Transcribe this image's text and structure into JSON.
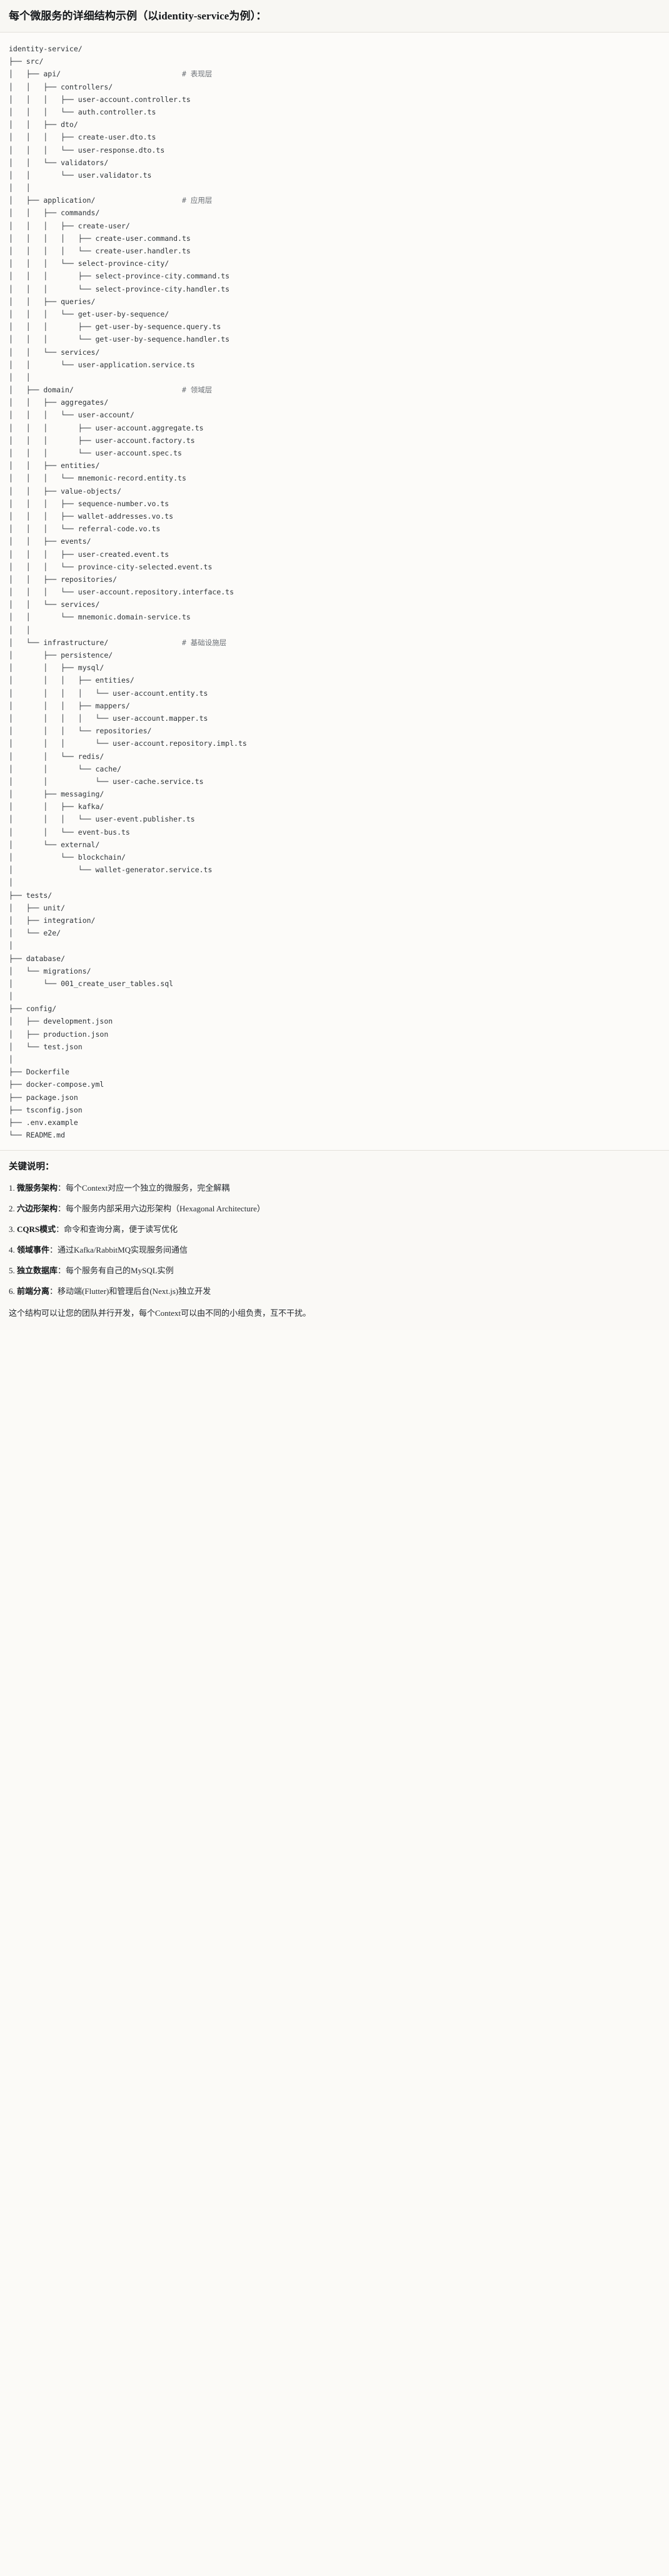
{
  "header": {
    "title": "每个微服务的详细结构示例（以identity-service为例）："
  },
  "tree": {
    "root": "identity-service/",
    "lines": [
      {
        "path": "identity-service/",
        "comment": ""
      },
      {
        "path": "├── src/",
        "comment": ""
      },
      {
        "path": "│   ├── api/",
        "comment": "# 表现层"
      },
      {
        "path": "│   │   ├── controllers/",
        "comment": ""
      },
      {
        "path": "│   │   │   ├── user-account.controller.ts",
        "comment": ""
      },
      {
        "path": "│   │   │   └── auth.controller.ts",
        "comment": ""
      },
      {
        "path": "│   │   ├── dto/",
        "comment": ""
      },
      {
        "path": "│   │   │   ├── create-user.dto.ts",
        "comment": ""
      },
      {
        "path": "│   │   │   └── user-response.dto.ts",
        "comment": ""
      },
      {
        "path": "│   │   └── validators/",
        "comment": ""
      },
      {
        "path": "│   │       └── user.validator.ts",
        "comment": ""
      },
      {
        "path": "│   │",
        "comment": ""
      },
      {
        "path": "│   ├── application/",
        "comment": "# 应用层"
      },
      {
        "path": "│   │   ├── commands/",
        "comment": ""
      },
      {
        "path": "│   │   │   ├── create-user/",
        "comment": ""
      },
      {
        "path": "│   │   │   │   ├── create-user.command.ts",
        "comment": ""
      },
      {
        "path": "│   │   │   │   └── create-user.handler.ts",
        "comment": ""
      },
      {
        "path": "│   │   │   └── select-province-city/",
        "comment": ""
      },
      {
        "path": "│   │   │       ├── select-province-city.command.ts",
        "comment": ""
      },
      {
        "path": "│   │   │       └── select-province-city.handler.ts",
        "comment": ""
      },
      {
        "path": "│   │   ├── queries/",
        "comment": ""
      },
      {
        "path": "│   │   │   └── get-user-by-sequence/",
        "comment": ""
      },
      {
        "path": "│   │   │       ├── get-user-by-sequence.query.ts",
        "comment": ""
      },
      {
        "path": "│   │   │       └── get-user-by-sequence.handler.ts",
        "comment": ""
      },
      {
        "path": "│   │   └── services/",
        "comment": ""
      },
      {
        "path": "│   │       └── user-application.service.ts",
        "comment": ""
      },
      {
        "path": "│   │",
        "comment": ""
      },
      {
        "path": "│   ├── domain/",
        "comment": "# 领域层"
      },
      {
        "path": "│   │   ├── aggregates/",
        "comment": ""
      },
      {
        "path": "│   │   │   └── user-account/",
        "comment": ""
      },
      {
        "path": "│   │   │       ├── user-account.aggregate.ts",
        "comment": ""
      },
      {
        "path": "│   │   │       ├── user-account.factory.ts",
        "comment": ""
      },
      {
        "path": "│   │   │       └── user-account.spec.ts",
        "comment": ""
      },
      {
        "path": "│   │   ├── entities/",
        "comment": ""
      },
      {
        "path": "│   │   │   └── mnemonic-record.entity.ts",
        "comment": ""
      },
      {
        "path": "│   │   ├── value-objects/",
        "comment": ""
      },
      {
        "path": "│   │   │   ├── sequence-number.vo.ts",
        "comment": ""
      },
      {
        "path": "│   │   │   ├── wallet-addresses.vo.ts",
        "comment": ""
      },
      {
        "path": "│   │   │   └── referral-code.vo.ts",
        "comment": ""
      },
      {
        "path": "│   │   ├── events/",
        "comment": ""
      },
      {
        "path": "│   │   │   ├── user-created.event.ts",
        "comment": ""
      },
      {
        "path": "│   │   │   └── province-city-selected.event.ts",
        "comment": ""
      },
      {
        "path": "│   │   ├── repositories/",
        "comment": ""
      },
      {
        "path": "│   │   │   └── user-account.repository.interface.ts",
        "comment": ""
      },
      {
        "path": "│   │   └── services/",
        "comment": ""
      },
      {
        "path": "│   │       └── mnemonic.domain-service.ts",
        "comment": ""
      },
      {
        "path": "│   │",
        "comment": ""
      },
      {
        "path": "│   └── infrastructure/",
        "comment": "# 基础设施层"
      },
      {
        "path": "│       ├── persistence/",
        "comment": ""
      },
      {
        "path": "│       │   ├── mysql/",
        "comment": ""
      },
      {
        "path": "│       │   │   ├── entities/",
        "comment": ""
      },
      {
        "path": "│       │   │   │   └── user-account.entity.ts",
        "comment": ""
      },
      {
        "path": "│       │   │   ├── mappers/",
        "comment": ""
      },
      {
        "path": "│       │   │   │   └── user-account.mapper.ts",
        "comment": ""
      },
      {
        "path": "│       │   │   └── repositories/",
        "comment": ""
      },
      {
        "path": "│       │   │       └── user-account.repository.impl.ts",
        "comment": ""
      },
      {
        "path": "│       │   └── redis/",
        "comment": ""
      },
      {
        "path": "│       │       └── cache/",
        "comment": ""
      },
      {
        "path": "│       │           └── user-cache.service.ts",
        "comment": ""
      },
      {
        "path": "│       ├── messaging/",
        "comment": ""
      },
      {
        "path": "│       │   ├── kafka/",
        "comment": ""
      },
      {
        "path": "│       │   │   └── user-event.publisher.ts",
        "comment": ""
      },
      {
        "path": "│       │   └── event-bus.ts",
        "comment": ""
      },
      {
        "path": "│       └── external/",
        "comment": ""
      },
      {
        "path": "│           └── blockchain/",
        "comment": ""
      },
      {
        "path": "│               └── wallet-generator.service.ts",
        "comment": ""
      },
      {
        "path": "│",
        "comment": ""
      },
      {
        "path": "├── tests/",
        "comment": ""
      },
      {
        "path": "│   ├── unit/",
        "comment": ""
      },
      {
        "path": "│   ├── integration/",
        "comment": ""
      },
      {
        "path": "│   └── e2e/",
        "comment": ""
      },
      {
        "path": "│",
        "comment": ""
      },
      {
        "path": "├── database/",
        "comment": ""
      },
      {
        "path": "│   └── migrations/",
        "comment": ""
      },
      {
        "path": "│       └── 001_create_user_tables.sql",
        "comment": ""
      },
      {
        "path": "│",
        "comment": ""
      },
      {
        "path": "├── config/",
        "comment": ""
      },
      {
        "path": "│   ├── development.json",
        "comment": ""
      },
      {
        "path": "│   ├── production.json",
        "comment": ""
      },
      {
        "path": "│   └── test.json",
        "comment": ""
      },
      {
        "path": "│",
        "comment": ""
      },
      {
        "path": "├── Dockerfile",
        "comment": ""
      },
      {
        "path": "├── docker-compose.yml",
        "comment": ""
      },
      {
        "path": "├── package.json",
        "comment": ""
      },
      {
        "path": "├── tsconfig.json",
        "comment": ""
      },
      {
        "path": "├── .env.example",
        "comment": ""
      },
      {
        "path": "└── README.md",
        "comment": ""
      }
    ]
  },
  "notes": {
    "title": "关键说明：",
    "items": [
      {
        "num": "1. ",
        "term": "微服务架构",
        "sep": "：",
        "desc": "每个Context对应一个独立的微服务，完全解耦"
      },
      {
        "num": "2. ",
        "term": "六边形架构",
        "sep": "：",
        "desc": "每个服务内部采用六边形架构（Hexagonal Architecture）"
      },
      {
        "num": "3. ",
        "term": "CQRS模式",
        "sep": "：",
        "desc": "命令和查询分离，便于读写优化"
      },
      {
        "num": "4. ",
        "term": "领域事件",
        "sep": "：",
        "desc": "通过Kafka/RabbitMQ实现服务间通信"
      },
      {
        "num": "5. ",
        "term": "独立数据库",
        "sep": "：",
        "desc": "每个服务有自己的MySQL实例"
      },
      {
        "num": "6. ",
        "term": "前端分离",
        "sep": "：",
        "desc": "移动端(Flutter)和管理后台(Next.js)独立开发"
      }
    ],
    "closing": "这个结构可以让您的团队并行开发，每个Context可以由不同的小组负责，互不干扰。"
  },
  "colors": {
    "page_bg": "#fbfaf7",
    "header_bg": "#f8f7f3",
    "tree_bg": "#fcfbf9",
    "notes_bg": "#faf9f6",
    "text": "#1f2328",
    "comment": "#6b7076",
    "divider": "#e3e1db"
  }
}
